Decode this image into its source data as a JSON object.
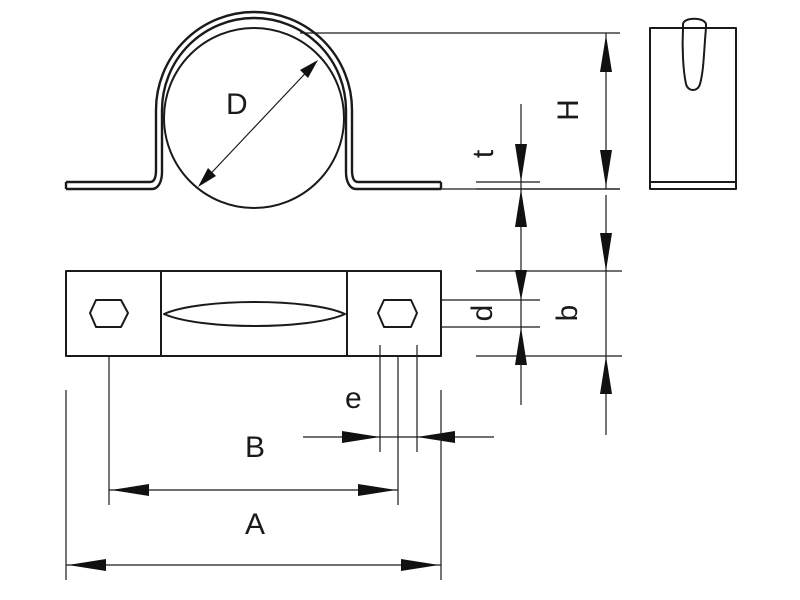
{
  "labels": {
    "D": "D",
    "H": "H",
    "t": "t",
    "d": "d",
    "b": "b",
    "e": "e",
    "B": "B",
    "A": "A"
  },
  "colors": {
    "line": "#1a1a1a",
    "background": "#ffffff"
  }
}
